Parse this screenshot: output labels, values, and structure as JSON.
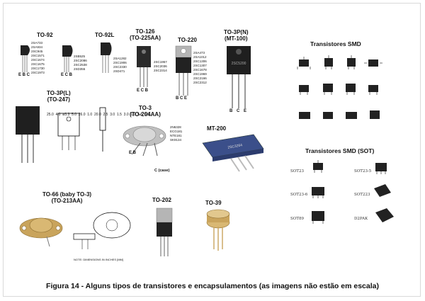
{
  "packages": {
    "to92": {
      "name": "TO-92",
      "parts": [
        "2SA733",
        "2SA934",
        "2SC945",
        "2SC1571",
        "2SC1674",
        "2SC1675",
        "2SC1730",
        "2SC1973"
      ],
      "pins": [
        "E",
        "B",
        "C"
      ]
    },
    "to92l": {
      "name": "TO-92L",
      "parts_a": [
        "2SB525",
        "2SC2086",
        "2SC2538",
        "2SD355"
      ],
      "parts_b": [
        "2SA1282",
        "2SC1906",
        "2SC2330",
        "2SD471"
      ],
      "pins": [
        "E",
        "C",
        "B"
      ]
    },
    "to126": {
      "name": "TO-126\n(TO-225AA)",
      "parts": [
        "2SC1957",
        "2SC2036",
        "2SC2314"
      ],
      "pins": [
        "E",
        "C",
        "B"
      ]
    },
    "to220": {
      "name": "TO-220",
      "parts": [
        "2SA473",
        "2SA1012",
        "2SC1306",
        "2SC1307",
        "2SC1678",
        "2SC1969",
        "2SC2166",
        "2SC2312"
      ],
      "pins": [
        "B",
        "C",
        "E"
      ]
    },
    "to3pn": {
      "name": "TO-3P(N)\n(MT-100)",
      "marking": "2SC5200",
      "pins": [
        "B",
        "C",
        "E"
      ]
    },
    "to3pl": {
      "name": "TO-3P(L)\n(TO-247)",
      "dims": [
        "25.0",
        "4.0",
        "ø3.3",
        "5.0",
        "26.0",
        "1.0",
        "20.0",
        "2.5",
        "3.0",
        "1.5",
        "3.0",
        "1.0",
        "5.5",
        "5.5"
      ]
    },
    "to3": {
      "name": "TO-3\n(TO-204AA)",
      "parts": [
        "2N6328",
        "ECG181",
        "NTE181",
        "SK9134"
      ],
      "pins": [
        "E",
        "B"
      ],
      "case_label": "C (case)"
    },
    "mt200": {
      "name": "MT-200",
      "marking": "2SC3264"
    },
    "to66": {
      "name": "TO-66 (baby TO-3)\n(TO-213AA)",
      "note": "NOTE: DIMENSIONS IN INCHES [MM]"
    },
    "to202": {
      "name": "TO-202"
    },
    "to39": {
      "name": "TO-39"
    }
  },
  "smd": {
    "title": "Transistores SMD",
    "sot_title": "Transistores SMD (SOT)",
    "sot_labels": [
      "SOT23",
      "SOT23-5",
      "SOT23-6",
      "SOT223",
      "SOT89",
      "D2PAK"
    ]
  },
  "caption": "Figura 14 - Alguns tipos de transistores e encapsulamentos (as imagens não estão em escala)",
  "colors": {
    "metal": "#b9b9b9",
    "black_body": "#1f1f1f",
    "blue_body": "#3b4f8a",
    "gold": "#c9a45c"
  }
}
